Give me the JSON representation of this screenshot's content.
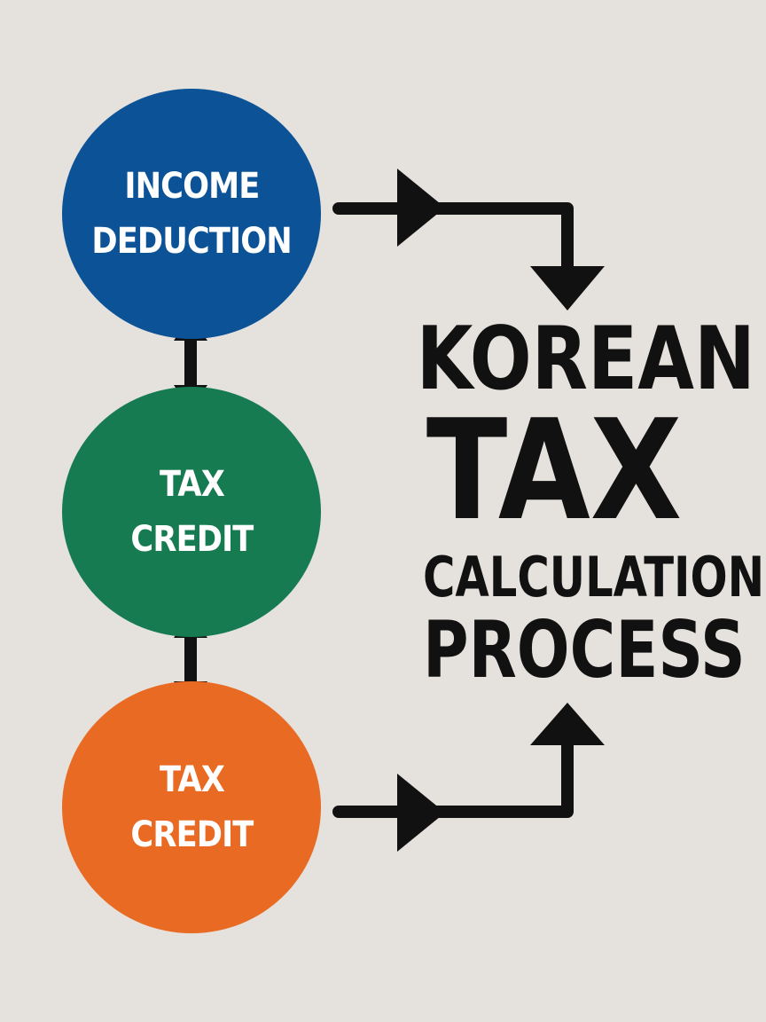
{
  "colors": {
    "background": "#e5e1dc",
    "node_income_deduction": "#0b5297",
    "node_tax_credit_green": "#167b50",
    "node_tax_credit_orange": "#e86a23",
    "arrows": "#111111",
    "title_text": "#111111",
    "node_text": "#ffffff"
  },
  "nodes": [
    {
      "lines": [
        "INCOME",
        "DEDUCTION"
      ]
    },
    {
      "lines": [
        "TAX",
        "CREDIT"
      ]
    },
    {
      "lines": [
        "TAX",
        "CREDIT"
      ]
    }
  ],
  "title": {
    "lines": [
      "KOREAN",
      "TAX",
      "CALCULATION",
      "PROCESS"
    ]
  }
}
